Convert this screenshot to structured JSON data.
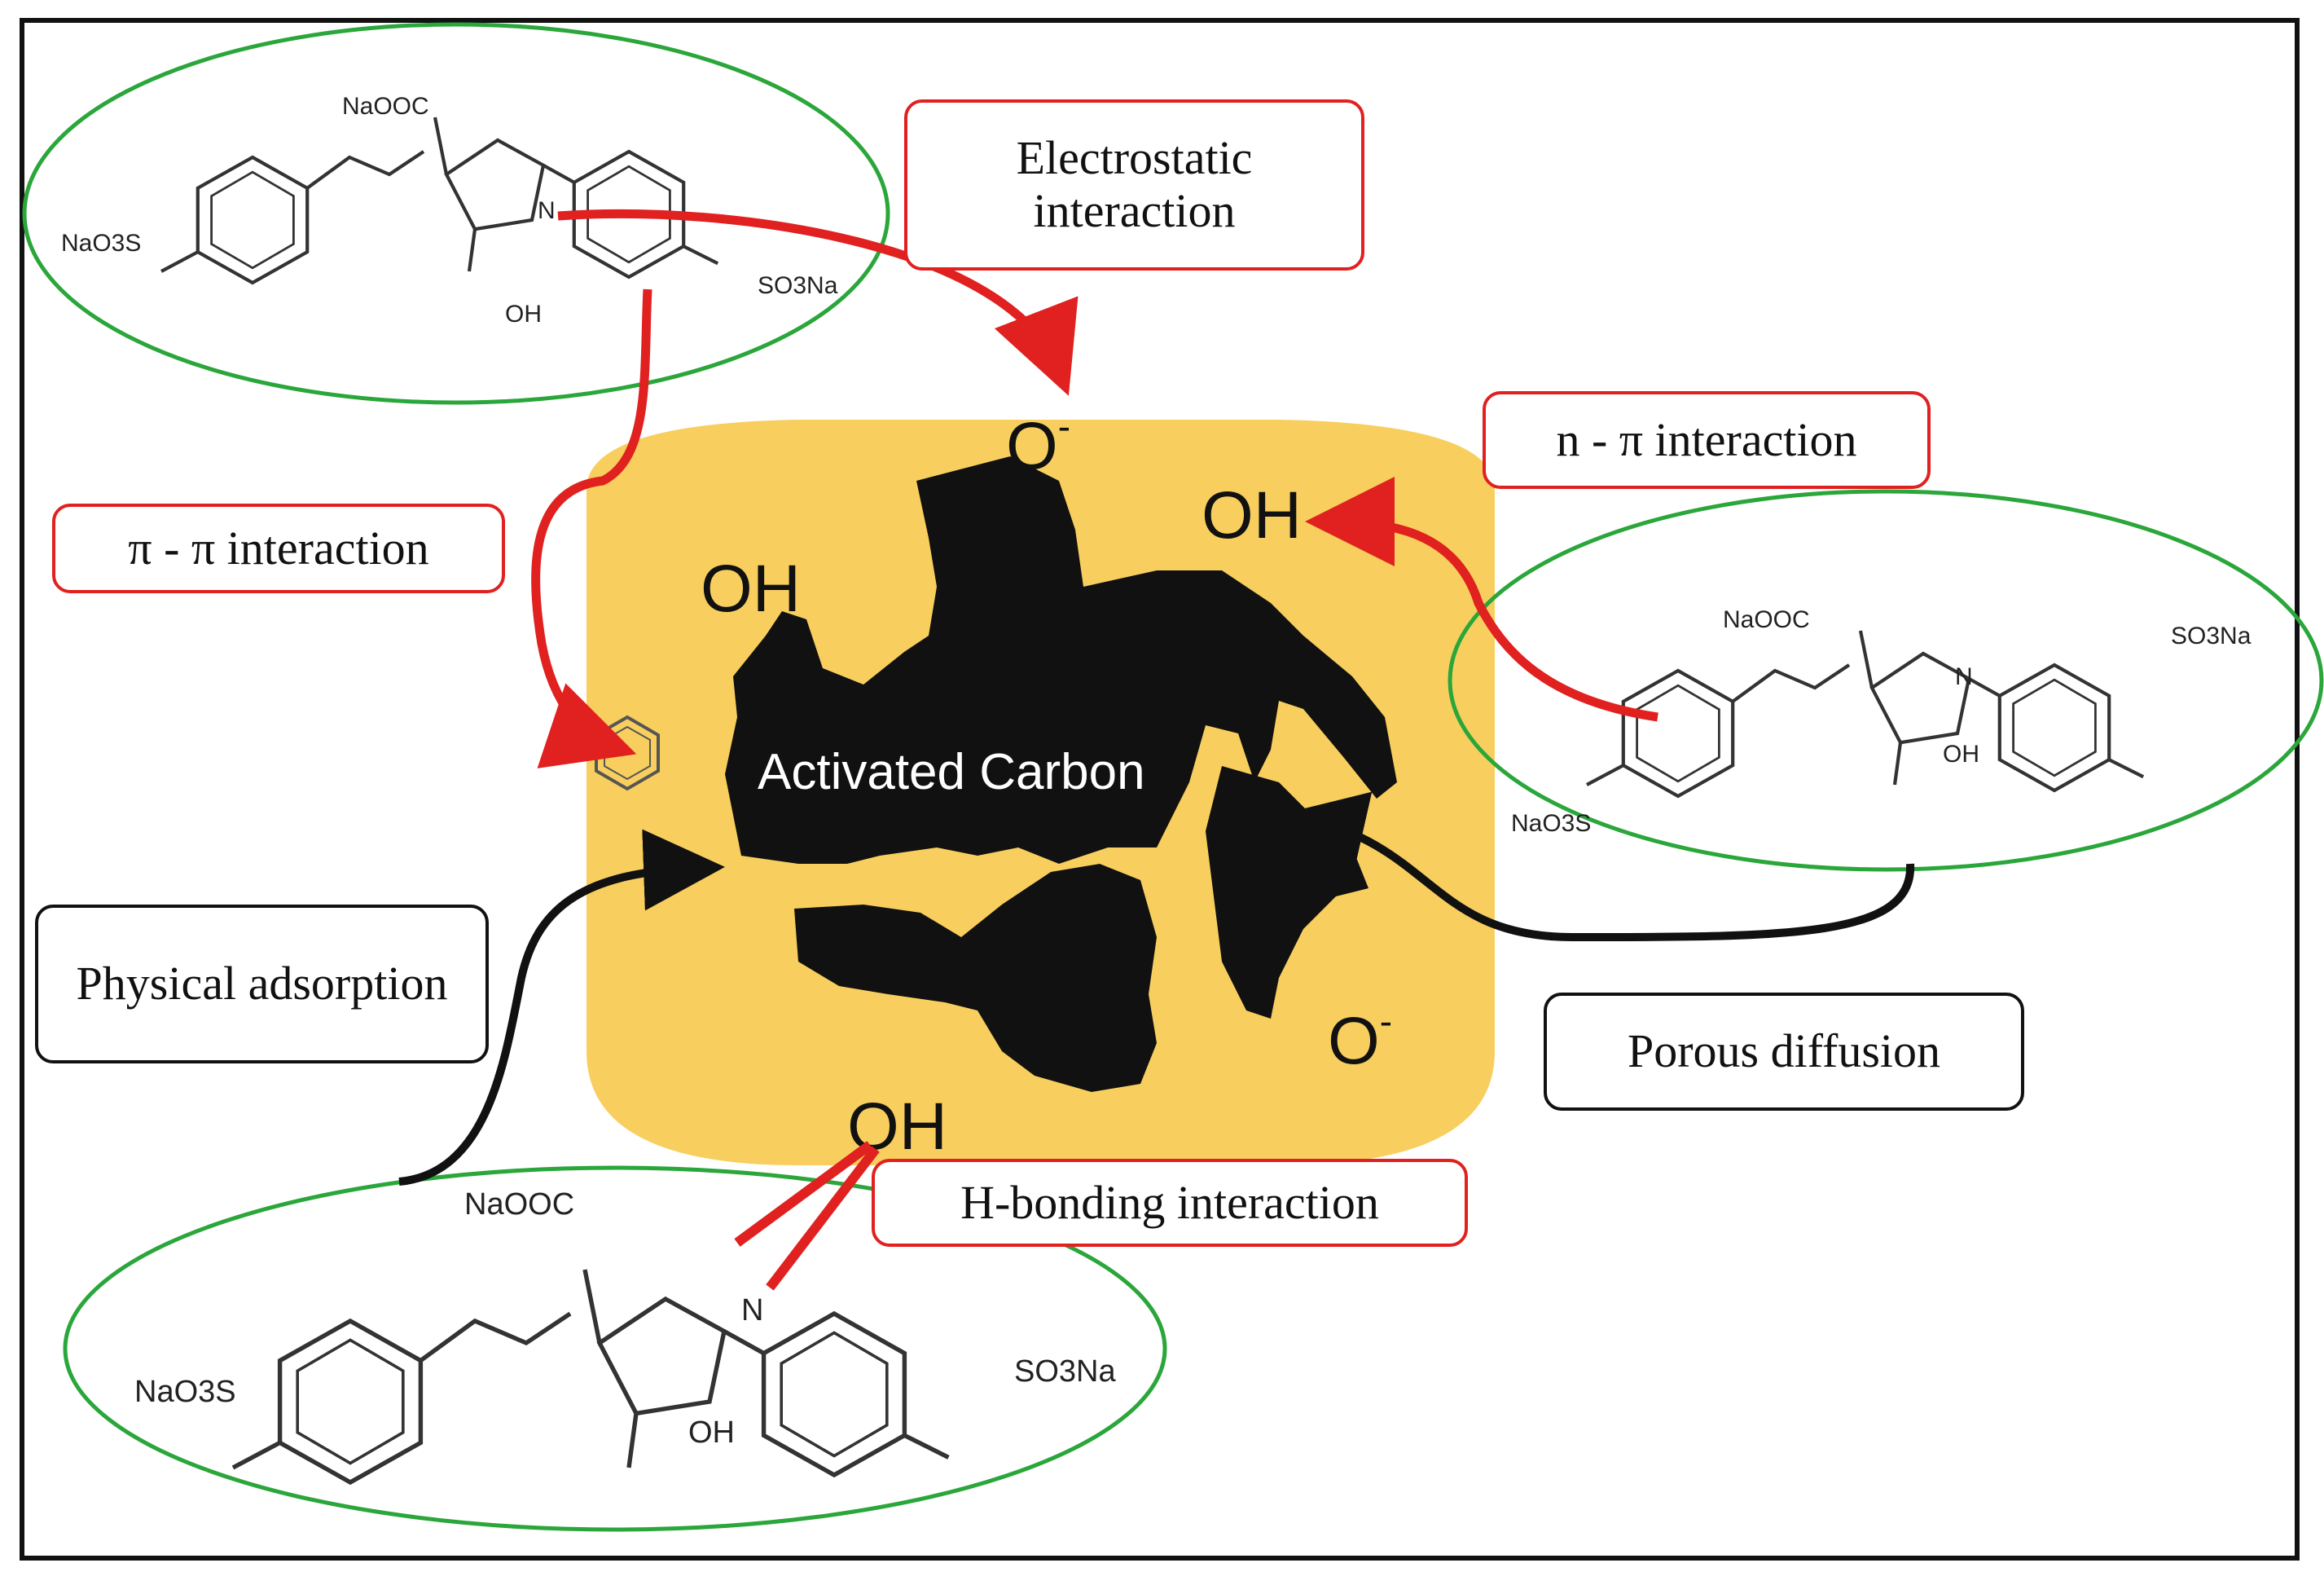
{
  "labels": {
    "electrostatic": "Electrostatic interaction",
    "pi_pi": "π - π interaction",
    "n_pi": "n - π interaction",
    "physical": "Physical adsorption",
    "porous": "Porous diffusion",
    "h_bonding": "H-bonding interaction"
  },
  "center_label": "Activated Carbon",
  "surface_groups": {
    "o_minus_top": "O",
    "o_minus_bottom": "O",
    "charge": "-",
    "oh_left": "OH",
    "oh_right": "OH",
    "oh_bottom": "OH"
  },
  "molecule": {
    "naooc": "NaOOC",
    "nao3s": "NaO3S",
    "so3na": "SO3Na",
    "oh": "OH",
    "n": "N"
  },
  "colors": {
    "interaction_red": "#e0211f",
    "ellipse_green": "#2aa63a",
    "carbon_bg": "#f8cf5e",
    "carbon": "#111111",
    "arrow_black": "#111111"
  }
}
